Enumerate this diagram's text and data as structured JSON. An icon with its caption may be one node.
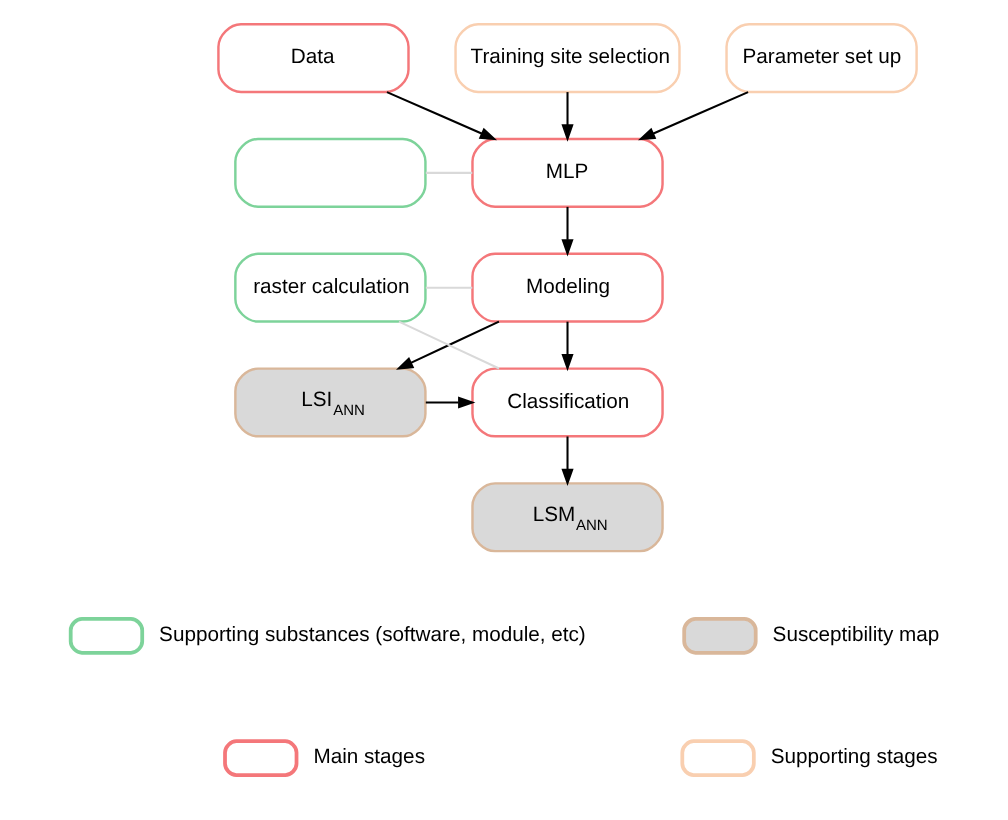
{
  "diagram": {
    "nodes": [
      {
        "text": [
          "Data"
        ]
      },
      {
        "text": [],
        "shape": "box"
      },
      {
        "text": [
          "MLP"
        ]
      },
      {
        "text": [
          "Training site selection"
        ]
      },
      {
        "text": [
          "Parameter set up"
        ]
      },
      {
        "text": [
          "Modeling"
        ]
      },
      {
        "text": [
          "raster calculation"
        ]
      },
      {
        "text": [
          "LSI$_{ANN}$"
        ]
      },
      {
        "text": [
          "Classification"
        ]
      },
      {
        "text": [
          "LSM$_{ANN}$"
        ]
      }
    ],
    "edges": [
      {
        "from": 0,
        "to": 2,
        "arrow": "to"
      },
      {
        "from": 1,
        "to": 2,
        "arrow": "none",
        "color": "#d9d9d9"
      },
      {
        "from": 3,
        "to": 2,
        "arrow": "to"
      },
      {
        "from": 4,
        "to": 2,
        "arrow": "to"
      },
      {
        "from": 2,
        "to": 5,
        "arrow": "to"
      },
      {
        "from": 5,
        "to": 7,
        "arrow": "to"
      },
      {
        "from": 7,
        "to": 8,
        "arrow": "to"
      },
      {
        "from": 5,
        "to": 8,
        "arrow": "to"
      },
      {
        "from": 6,
        "to": 5,
        "arrow": "none",
        "color": "#d9d9d9"
      },
      {
        "from": 6,
        "to": 8,
        "arrow": "none",
        "color": "#d9d9d9"
      },
      {
        "from": 8,
        "to": 9,
        "arrow": "to"
      }
    ],
    "legend": [
      {
        "text": "Supporting substances (software, module, etc)"
      },
      {
        "text": "Susceptibility map"
      },
      {
        "text": "Main stages"
      },
      {
        "text": "Supporting stages"
      }
    ]
  }
}
